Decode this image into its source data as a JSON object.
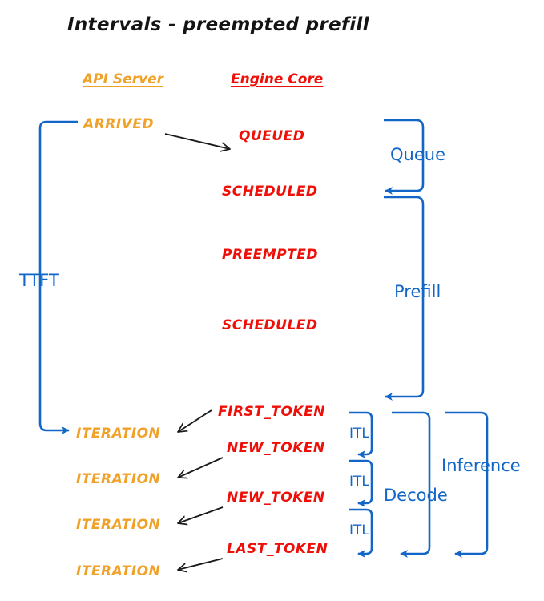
{
  "title": "Intervals - preempted prefill",
  "colors": {
    "orange": "#F0A128",
    "red": "#EE1008",
    "blue": "#1266C8",
    "black": "#141414",
    "background": "#FFFFFF"
  },
  "columns": {
    "api_server": "API Server",
    "engine_core": "Engine Core"
  },
  "api_server_events": [
    {
      "label": "ARRIVED"
    },
    {
      "label": "ITERATION"
    },
    {
      "label": "ITERATION"
    },
    {
      "label": "ITERATION"
    },
    {
      "label": "ITERATION"
    }
  ],
  "engine_core_events": [
    {
      "label": "QUEUED"
    },
    {
      "label": "SCHEDULED"
    },
    {
      "label": "PREEMPTED"
    },
    {
      "label": "SCHEDULED"
    },
    {
      "label": "FIRST_TOKEN"
    },
    {
      "label": "NEW_TOKEN"
    },
    {
      "label": "NEW_TOKEN"
    },
    {
      "label": "LAST_TOKEN"
    }
  ],
  "intervals": {
    "ttft": "TTFT",
    "queue": "Queue",
    "prefill": "Prefill",
    "decode": "Decode",
    "inference": "Inference",
    "itl": [
      "ITL",
      "ITL",
      "ITL"
    ]
  }
}
